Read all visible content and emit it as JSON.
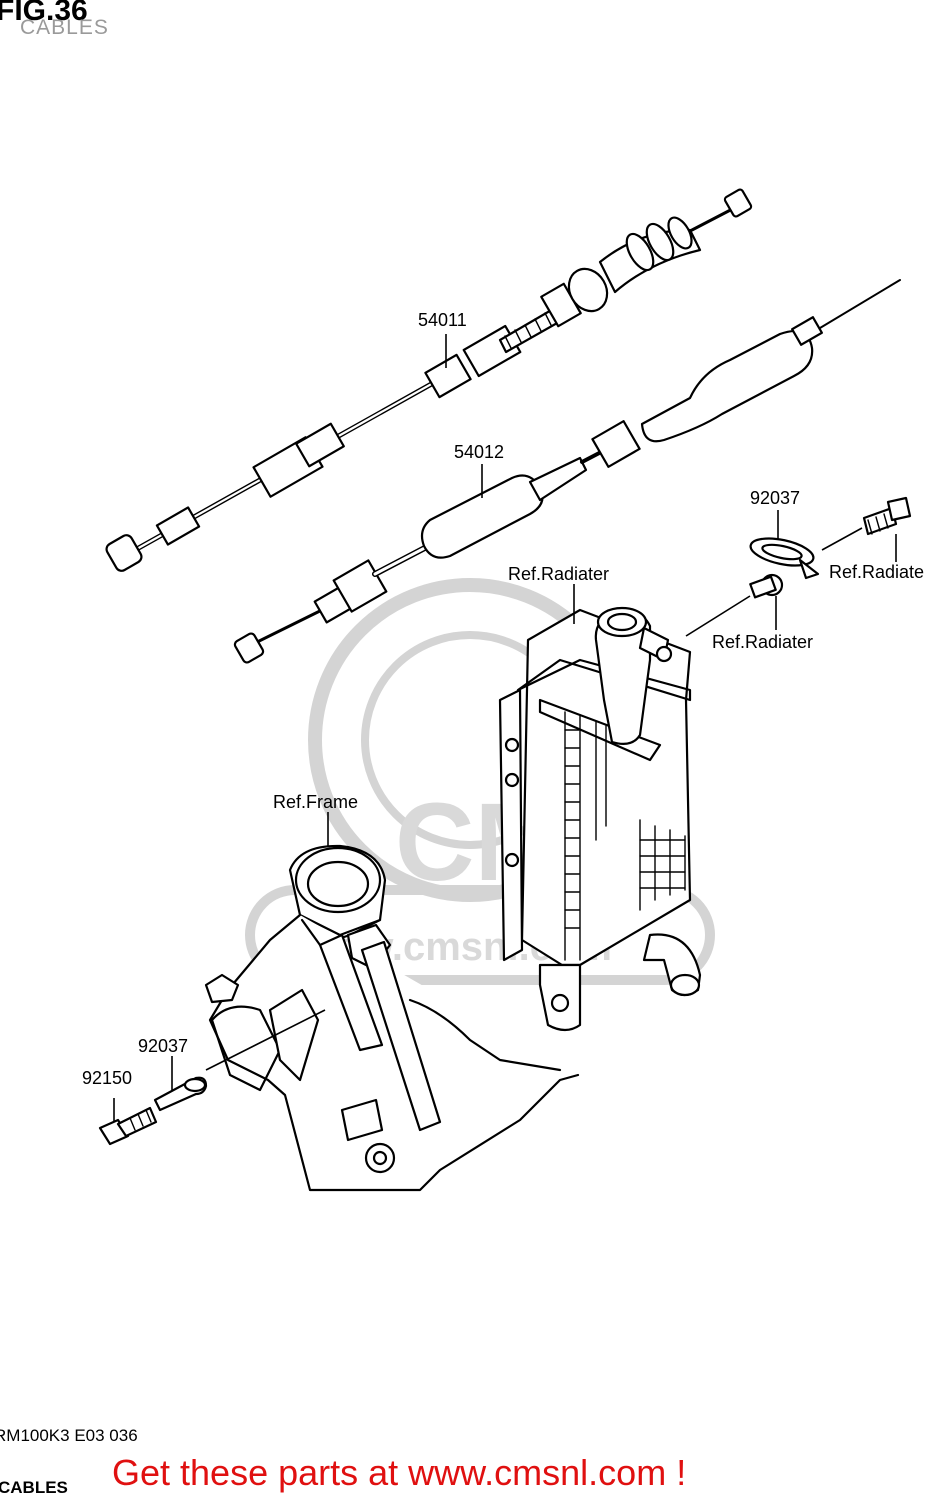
{
  "header": {
    "fig_title": "FIG.36",
    "subtitle": "CABLES"
  },
  "labels": {
    "part_54011": "54011",
    "part_54012": "54012",
    "part_92037_top": "92037",
    "ref_radiater_top": "Ref.Radiater",
    "ref_radiater_right": "Ref.Radiate",
    "ref_radiater_mid": "Ref.Radiater",
    "ref_frame": "Ref.Frame",
    "part_92037_bottom": "92037",
    "part_92150": "92150"
  },
  "watermark": {
    "brand": "CMS",
    "url": "www.cmsnl.com"
  },
  "footer": {
    "model_code": "RM100K3 E03 036",
    "caption": "CABLES",
    "promo": "Get these parts at www.cmsnl.com !"
  },
  "colors": {
    "promo": "#e01010",
    "watermark": "#d4d4d4",
    "line": "#000000"
  }
}
